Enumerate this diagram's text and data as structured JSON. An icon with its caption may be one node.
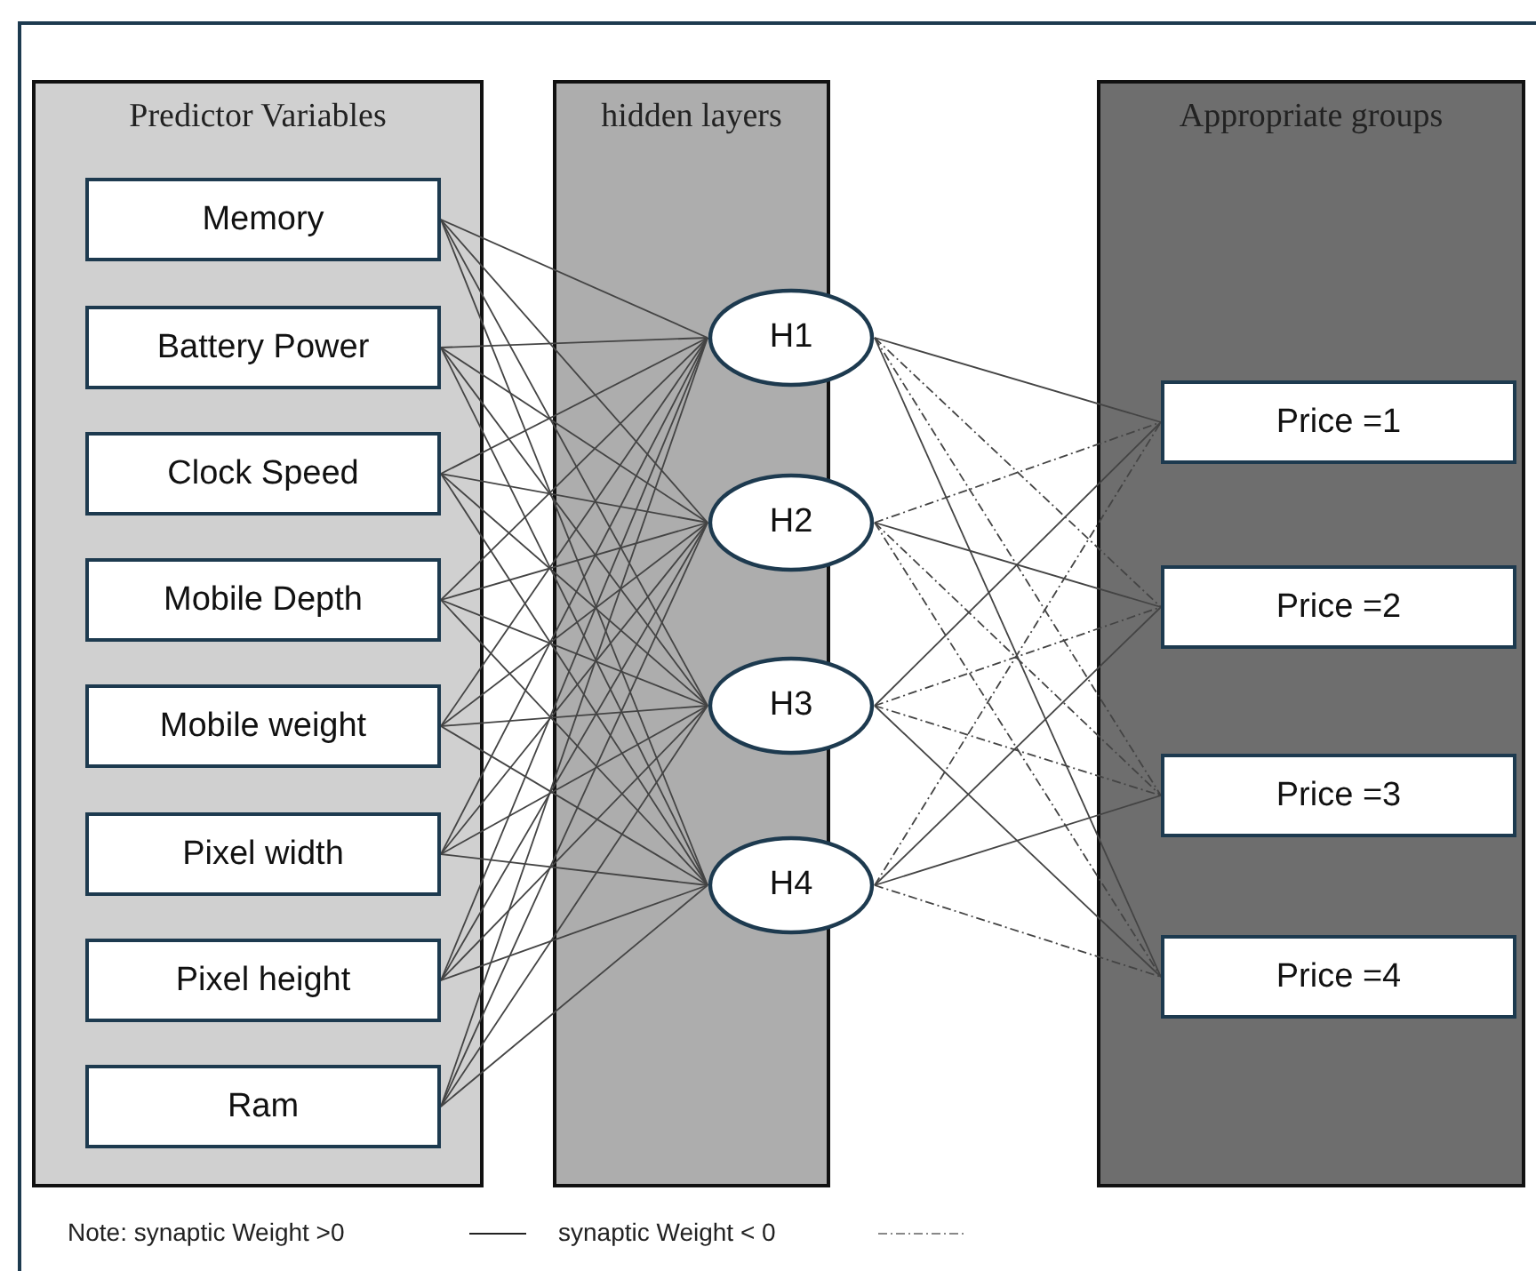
{
  "diagram": {
    "nodes": [
      {
        "text": [
          "Predictor Variables"
        ]
      },
      {
        "text": [
          "hidden layers"
        ]
      },
      {
        "text": [
          "Appropriate groups"
        ]
      },
      {
        "text": [
          "Memory"
        ],
        "in": 0
      },
      {
        "text": [
          "Battery Power"
        ],
        "in": 0
      },
      {
        "text": [
          "Clock Speed"
        ],
        "in": 0
      },
      {
        "text": [
          "Mobile Depth"
        ],
        "in": 0
      },
      {
        "text": [
          "Mobile weight"
        ],
        "in": 0
      },
      {
        "text": [
          "Pixel width"
        ],
        "in": 0
      },
      {
        "text": [
          "Pixel height"
        ],
        "in": 0
      },
      {
        "text": [
          "Ram"
        ],
        "in": 0
      },
      {
        "text": [
          "H1"
        ],
        "in": 1
      },
      {
        "text": [
          "H2"
        ],
        "in": 1
      },
      {
        "text": [
          "H3"
        ],
        "in": 1
      },
      {
        "text": [
          "H4"
        ],
        "in": 1
      },
      {
        "text": [
          "Price =1"
        ],
        "in": 2
      },
      {
        "text": [
          "Price =2"
        ],
        "in": 2
      },
      {
        "text": [
          "Price =3"
        ],
        "in": 2
      },
      {
        "text": [
          "Price =4"
        ],
        "in": 2
      }
    ],
    "edges": [
      {
        "from": 3,
        "to": 11,
        "arrow": "none"
      },
      {
        "from": 3,
        "to": 12,
        "arrow": "none"
      },
      {
        "from": 3,
        "to": 13,
        "arrow": "none"
      },
      {
        "from": 3,
        "to": 14,
        "arrow": "none"
      },
      {
        "from": 4,
        "to": 11,
        "arrow": "none"
      },
      {
        "from": 4,
        "to": 12,
        "arrow": "none"
      },
      {
        "from": 4,
        "to": 13,
        "arrow": "none"
      },
      {
        "from": 4,
        "to": 14,
        "arrow": "none"
      },
      {
        "from": 5,
        "to": 11,
        "arrow": "none"
      },
      {
        "from": 5,
        "to": 12,
        "arrow": "none"
      },
      {
        "from": 5,
        "to": 13,
        "arrow": "none"
      },
      {
        "from": 5,
        "to": 14,
        "arrow": "none"
      },
      {
        "from": 6,
        "to": 11,
        "arrow": "none"
      },
      {
        "from": 6,
        "to": 12,
        "arrow": "none"
      },
      {
        "from": 6,
        "to": 13,
        "arrow": "none"
      },
      {
        "from": 6,
        "to": 14,
        "arrow": "none"
      },
      {
        "from": 7,
        "to": 11,
        "arrow": "none"
      },
      {
        "from": 7,
        "to": 12,
        "arrow": "none"
      },
      {
        "from": 7,
        "to": 13,
        "arrow": "none"
      },
      {
        "from": 7,
        "to": 14,
        "arrow": "none"
      },
      {
        "from": 8,
        "to": 11,
        "arrow": "none"
      },
      {
        "from": 8,
        "to": 12,
        "arrow": "none"
      },
      {
        "from": 8,
        "to": 13,
        "arrow": "none"
      },
      {
        "from": 8,
        "to": 14,
        "arrow": "none"
      },
      {
        "from": 9,
        "to": 11,
        "arrow": "none"
      },
      {
        "from": 9,
        "to": 12,
        "arrow": "none"
      },
      {
        "from": 9,
        "to": 13,
        "arrow": "none"
      },
      {
        "from": 9,
        "to": 14,
        "arrow": "none"
      },
      {
        "from": 10,
        "to": 11,
        "arrow": "none"
      },
      {
        "from": 10,
        "to": 12,
        "arrow": "none"
      },
      {
        "from": 10,
        "to": 13,
        "arrow": "none"
      },
      {
        "from": 10,
        "to": 14,
        "arrow": "none"
      },
      {
        "from": 11,
        "to": 15,
        "arrow": "none"
      },
      {
        "from": 11,
        "to": 16,
        "arrow": "none",
        "style": "dashed"
      },
      {
        "from": 11,
        "to": 17,
        "arrow": "none",
        "style": "dashed"
      },
      {
        "from": 11,
        "to": 18,
        "arrow": "none"
      },
      {
        "from": 12,
        "to": 15,
        "arrow": "none",
        "style": "dashed"
      },
      {
        "from": 12,
        "to": 16,
        "arrow": "none"
      },
      {
        "from": 12,
        "to": 17,
        "arrow": "none",
        "style": "dashed"
      },
      {
        "from": 12,
        "to": 18,
        "arrow": "none",
        "style": "dashed"
      },
      {
        "from": 13,
        "to": 15,
        "arrow": "none"
      },
      {
        "from": 13,
        "to": 16,
        "arrow": "none",
        "style": "dashed"
      },
      {
        "from": 13,
        "to": 17,
        "arrow": "none",
        "style": "dashed"
      },
      {
        "from": 13,
        "to": 18,
        "arrow": "none"
      },
      {
        "from": 14,
        "to": 15,
        "arrow": "none",
        "style": "dashed"
      },
      {
        "from": 14,
        "to": 16,
        "arrow": "none"
      },
      {
        "from": 14,
        "to": 17,
        "arrow": "none"
      },
      {
        "from": 14,
        "to": 18,
        "arrow": "none",
        "style": "dashed"
      }
    ],
    "legend": [
      {
        "text": "Note: synaptic Weight >0"
      },
      {
        "text": "synaptic Weight < 0"
      }
    ]
  }
}
